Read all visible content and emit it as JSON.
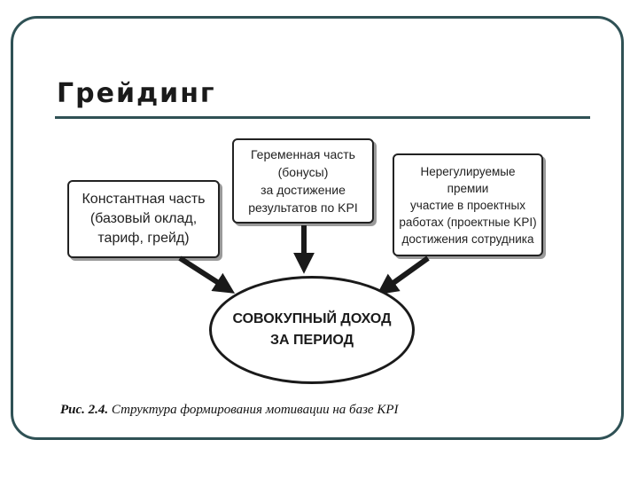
{
  "slide": {
    "title": "Грейдинг"
  },
  "diagram": {
    "box_left": {
      "lines": [
        "Константная часть",
        "(базовый оклад,",
        "тариф, грейд)"
      ]
    },
    "box_middle": {
      "lines": [
        "Геременная часть",
        "(бонусы)",
        "за достижение",
        "результатов по KPI"
      ]
    },
    "box_right": {
      "lines": [
        "Нерегулируемые",
        "премии",
        "участие в проектных",
        "работах (проектные KPI)",
        "достижения сотрудника"
      ]
    },
    "center": {
      "lines": [
        "СОВОКУПНЫЙ ДОХОД",
        "ЗА ПЕРИОД"
      ]
    }
  },
  "caption": {
    "number": "Рис. 2.4.",
    "text": "Структура формирования мотивации на базе KPI"
  },
  "colors": {
    "frame": "#2f5155",
    "arrow": "#1a1a1a"
  }
}
